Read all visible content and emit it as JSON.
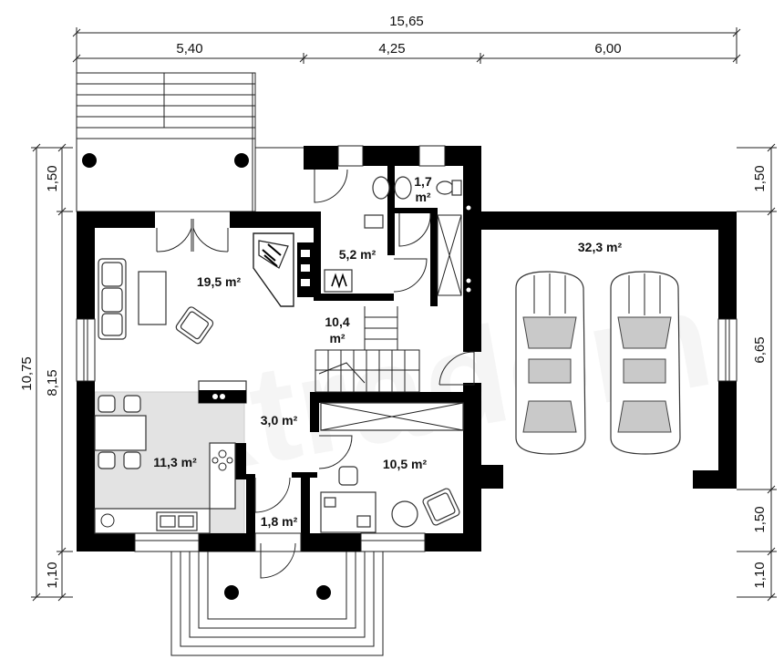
{
  "dimensions": {
    "total_width": "15,65",
    "top_segments": [
      "5,40",
      "4,25",
      "6,00"
    ],
    "total_depth": "10,75",
    "depth_inner": "8,15",
    "left_segments": [
      "1,50",
      "1,10"
    ],
    "right_segments": [
      "1,50",
      "6,65",
      "1,50",
      "1,10"
    ]
  },
  "rooms": {
    "living": "19,5 m²",
    "kitchen_dining": "11,3 m²",
    "hall": "10,4",
    "hall_unit": "m²",
    "corridor": "3,0 m²",
    "vestibule": "1,8 m²",
    "office": "10,5 m²",
    "boiler": "5,2 m²",
    "wc": "1,7",
    "wc_unit": "m²",
    "garage": "32,3 m²"
  },
  "watermark": "extradom"
}
